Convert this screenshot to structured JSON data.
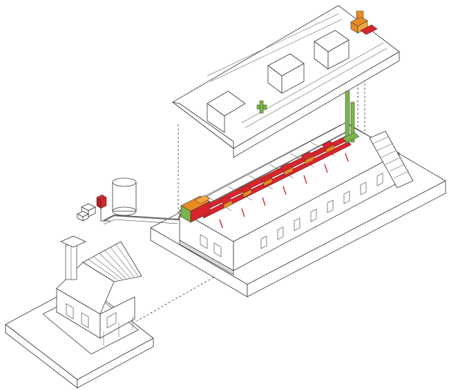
{
  "figure": {
    "kind": "exploded isometric building services diagram",
    "colors": {
      "duct": "#d8252b",
      "air_handler": "#d8252b",
      "heat_recovery": "#e98b22",
      "exhaust_stack": "#7ab648",
      "tank": "#ffffff",
      "outline": "#333333",
      "guide_lines": "#333333"
    },
    "parts": [
      "upper-floor-roof-cutaway",
      "ground-floor-barracks",
      "ductwork-system",
      "boiler-and-water-tank",
      "outbuilding-with-chimney"
    ]
  }
}
